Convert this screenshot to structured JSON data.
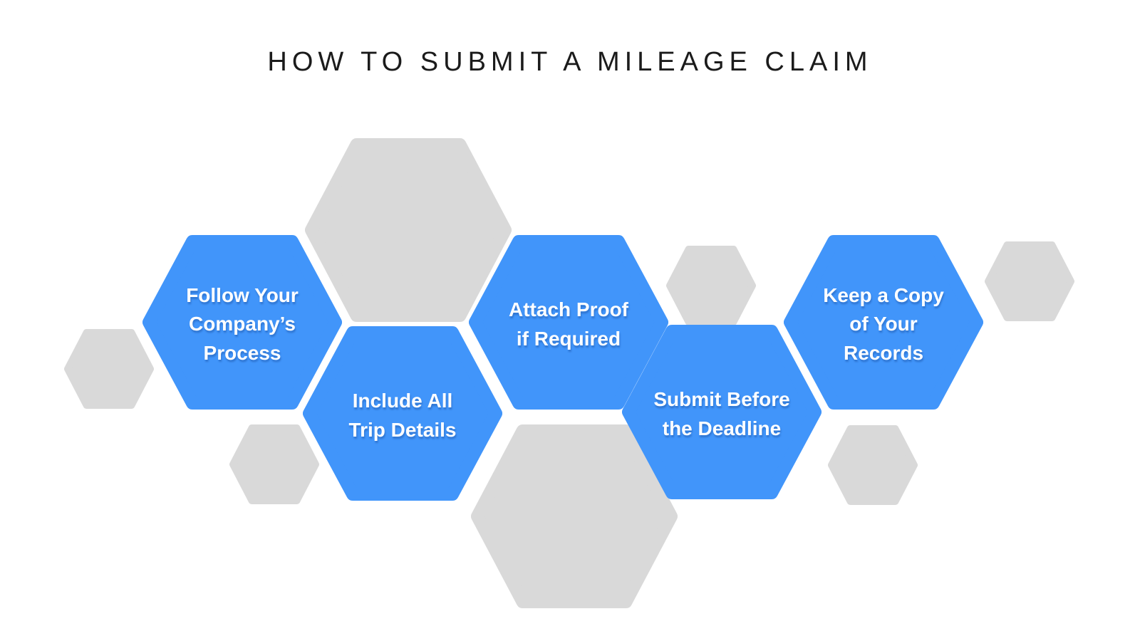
{
  "title": "HOW TO SUBMIT A MILEAGE CLAIM",
  "colors": {
    "step_fill": "#4195FA",
    "decor_fill": "#D9D9D9",
    "step_text": "#FFFFFF",
    "title_text": "#1B1B1B",
    "background": "#FFFFFF"
  },
  "steps": [
    {
      "label": "Follow Your\nCompany’s\nProcess"
    },
    {
      "label": "Include All\nTrip Details"
    },
    {
      "label": "Attach Proof\nif Required"
    },
    {
      "label": "Submit Before\nthe Deadline"
    },
    {
      "label": "Keep a Copy\nof Your\nRecords"
    }
  ],
  "decor": {
    "shape": "hexagon",
    "large_count": 2,
    "small_count": 5
  }
}
